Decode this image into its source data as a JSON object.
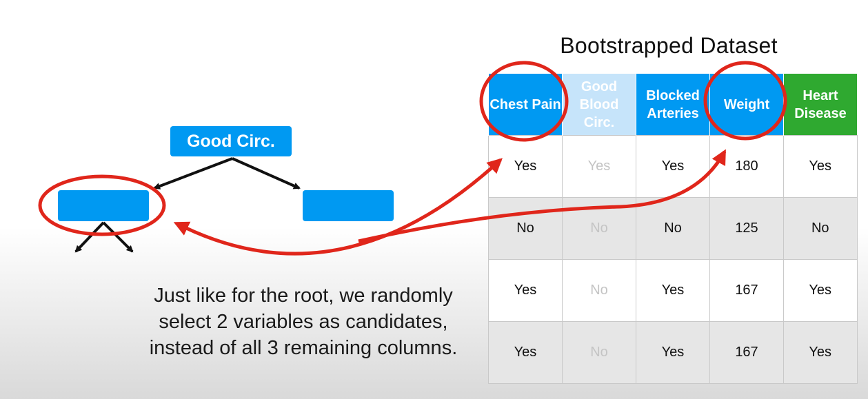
{
  "title": "Bootstrapped Dataset",
  "tree": {
    "root_label": "Good Circ."
  },
  "table": {
    "headers": [
      "Chest Pain",
      "Good Blood Circ.",
      "Blocked Arteries",
      "Weight",
      "Heart Disease"
    ],
    "rows": [
      [
        "Yes",
        "Yes",
        "Yes",
        "180",
        "Yes"
      ],
      [
        "No",
        "No",
        "No",
        "125",
        "No"
      ],
      [
        "Yes",
        "No",
        "Yes",
        "167",
        "Yes"
      ],
      [
        "Yes",
        "No",
        "Yes",
        "167",
        "Yes"
      ]
    ]
  },
  "caption": "Just like for the root, we randomly select 2 variables as candidates, instead of all 3 remaining columns.",
  "colors": {
    "header_blue": "#0099f2",
    "header_faded": "#c6e4fa",
    "header_green": "#2fa930",
    "highlight_red": "#e0261b"
  }
}
